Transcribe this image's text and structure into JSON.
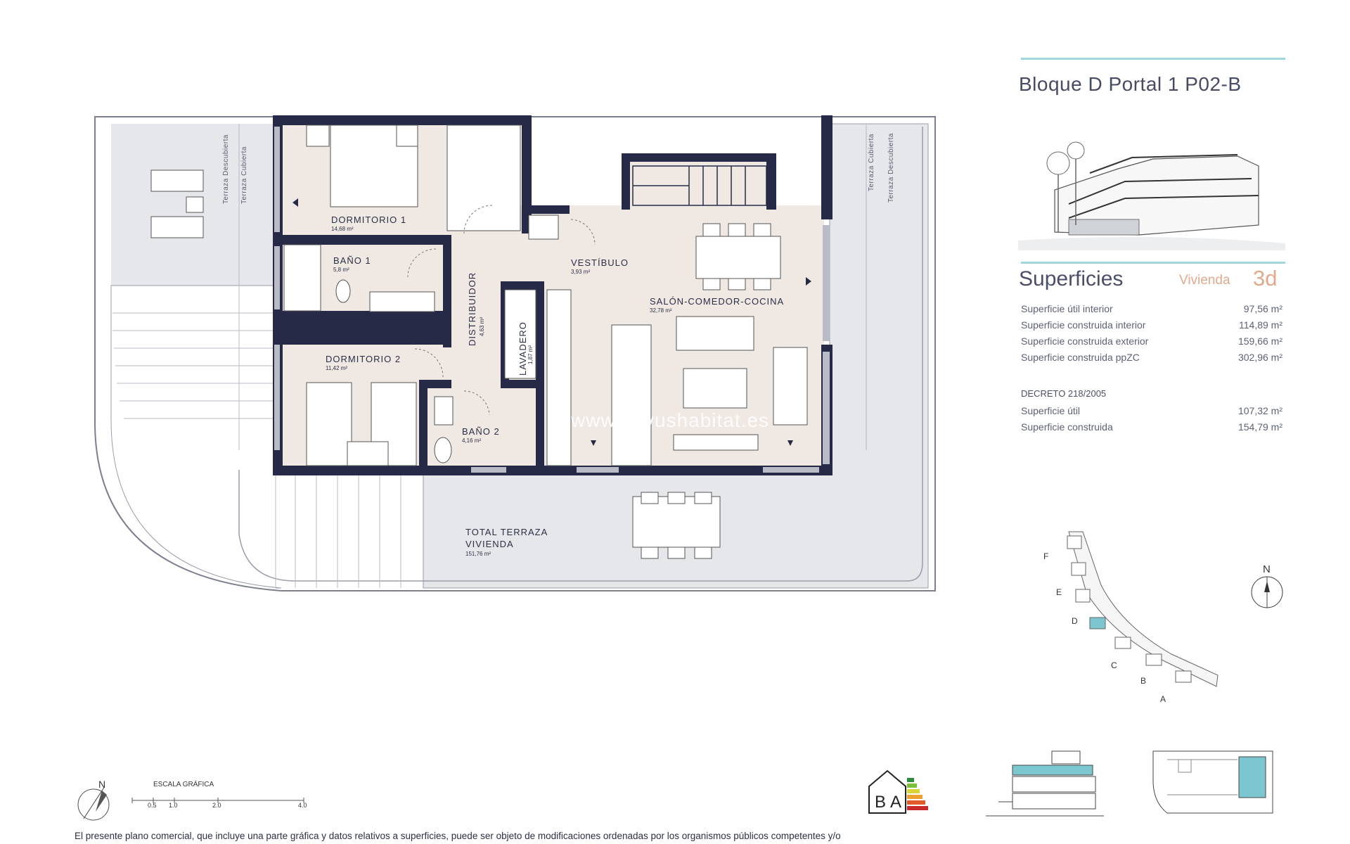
{
  "header": {
    "title": "Bloque D Portal 1 P02-B"
  },
  "superficies": {
    "heading": "Superficies",
    "vivienda_label": "Vivienda",
    "vivienda_num": "3d",
    "rows": [
      {
        "label": "Superficie útil interior",
        "value": "97,56 m²"
      },
      {
        "label": "Superficie construida interior",
        "value": "114,89 m²"
      },
      {
        "label": "Superficie construida exterior",
        "value": "159,66 m²"
      },
      {
        "label": "Superficie construida ppZC",
        "value": "302,96 m²"
      }
    ],
    "decreto": "DECRETO 218/2005",
    "decreto_rows": [
      {
        "label": "Superficie útil",
        "value": "107,32 m²"
      },
      {
        "label": "Superficie construida",
        "value": "154,79 m²"
      }
    ]
  },
  "rooms": {
    "dormitorio1": {
      "name": "DORMITORIO 1",
      "area": "14,68 m²"
    },
    "bano1": {
      "name": "BAÑO 1",
      "area": "5,8 m²"
    },
    "dormitorio2": {
      "name": "DORMITORIO 2",
      "area": "11,42 m²"
    },
    "bano2": {
      "name": "BAÑO 2",
      "area": "4,16 m²"
    },
    "distribuidor": {
      "name": "DISTRIBUIDOR",
      "area": "4,63 m²"
    },
    "lavadero": {
      "name": "LAVADERO",
      "area": "1,87 m²"
    },
    "vestibulo": {
      "name": "VESTÍBULO",
      "area": "3,93 m²"
    },
    "salon": {
      "name": "SALÓN-COMEDOR-COCINA",
      "area": "32,78 m²"
    },
    "terraza": {
      "name1": "TOTAL TERRAZA",
      "name2": "VIVIENDA",
      "area": "151,76 m²"
    }
  },
  "terraza_labels": {
    "descubierta": "Terraza Descubierta",
    "cubierta": "Terraza Cubierta"
  },
  "watermark": "www.novushabitat.es",
  "site_plan": {
    "north": "N",
    "blocks": [
      "F",
      "E",
      "D",
      "C",
      "B",
      "A"
    ]
  },
  "scale": {
    "title": "ESCALA GRÁFICA",
    "ticks": [
      "0.5",
      "1.0",
      "2.0",
      "4.0"
    ],
    "north": "N"
  },
  "energy": {
    "left": "B",
    "right": "A"
  },
  "footer": "El presente plano comercial, que incluye una parte gráfica y datos relativos a superficies, puede ser objeto de modificaciones ordenadas por los organismos públicos competentes y/o",
  "colors": {
    "wall": "#262a47",
    "room": "#f0e8e3",
    "terrace": "#e8e9eb",
    "accent": "#9fd6dc",
    "vivienda": "#e2a98c"
  }
}
